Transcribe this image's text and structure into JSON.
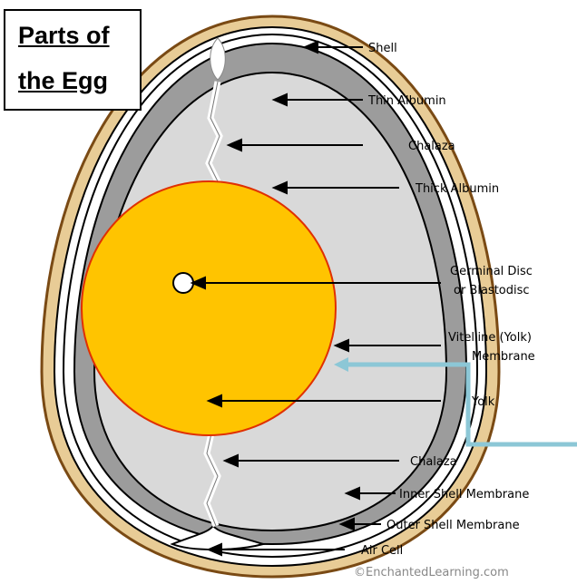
{
  "title": {
    "line1": "Parts of",
    "line2": "the Egg"
  },
  "labels": {
    "shell": "Shell",
    "thin_albumin": "Thin Albumin",
    "chalaza_top": "Chalaza",
    "thick_albumin": "Thick Albumin",
    "germinal_1": "Germinal Disc",
    "germinal_2": "or Blastodisc",
    "vitelline_1": "Vitelline (Yolk)",
    "vitelline_2": "Membrane",
    "yolk": "Yolk",
    "chalaza_bottom": "Chalaza",
    "inner_membrane": "Inner Shell Membrane",
    "outer_membrane": "Outer Shell Membrane",
    "air_cell": "Air Cell"
  },
  "credit": "©EnchantedLearning.com",
  "colors": {
    "shell": "#e8cc96",
    "shell_outline": "#7a4a14",
    "membrane_band": "#9c9c9c",
    "albumin": "#d9d9d9",
    "yolk": "#ffc400",
    "yolk_outline": "#e03000",
    "highlight_arrow": "#8cc7d6"
  }
}
